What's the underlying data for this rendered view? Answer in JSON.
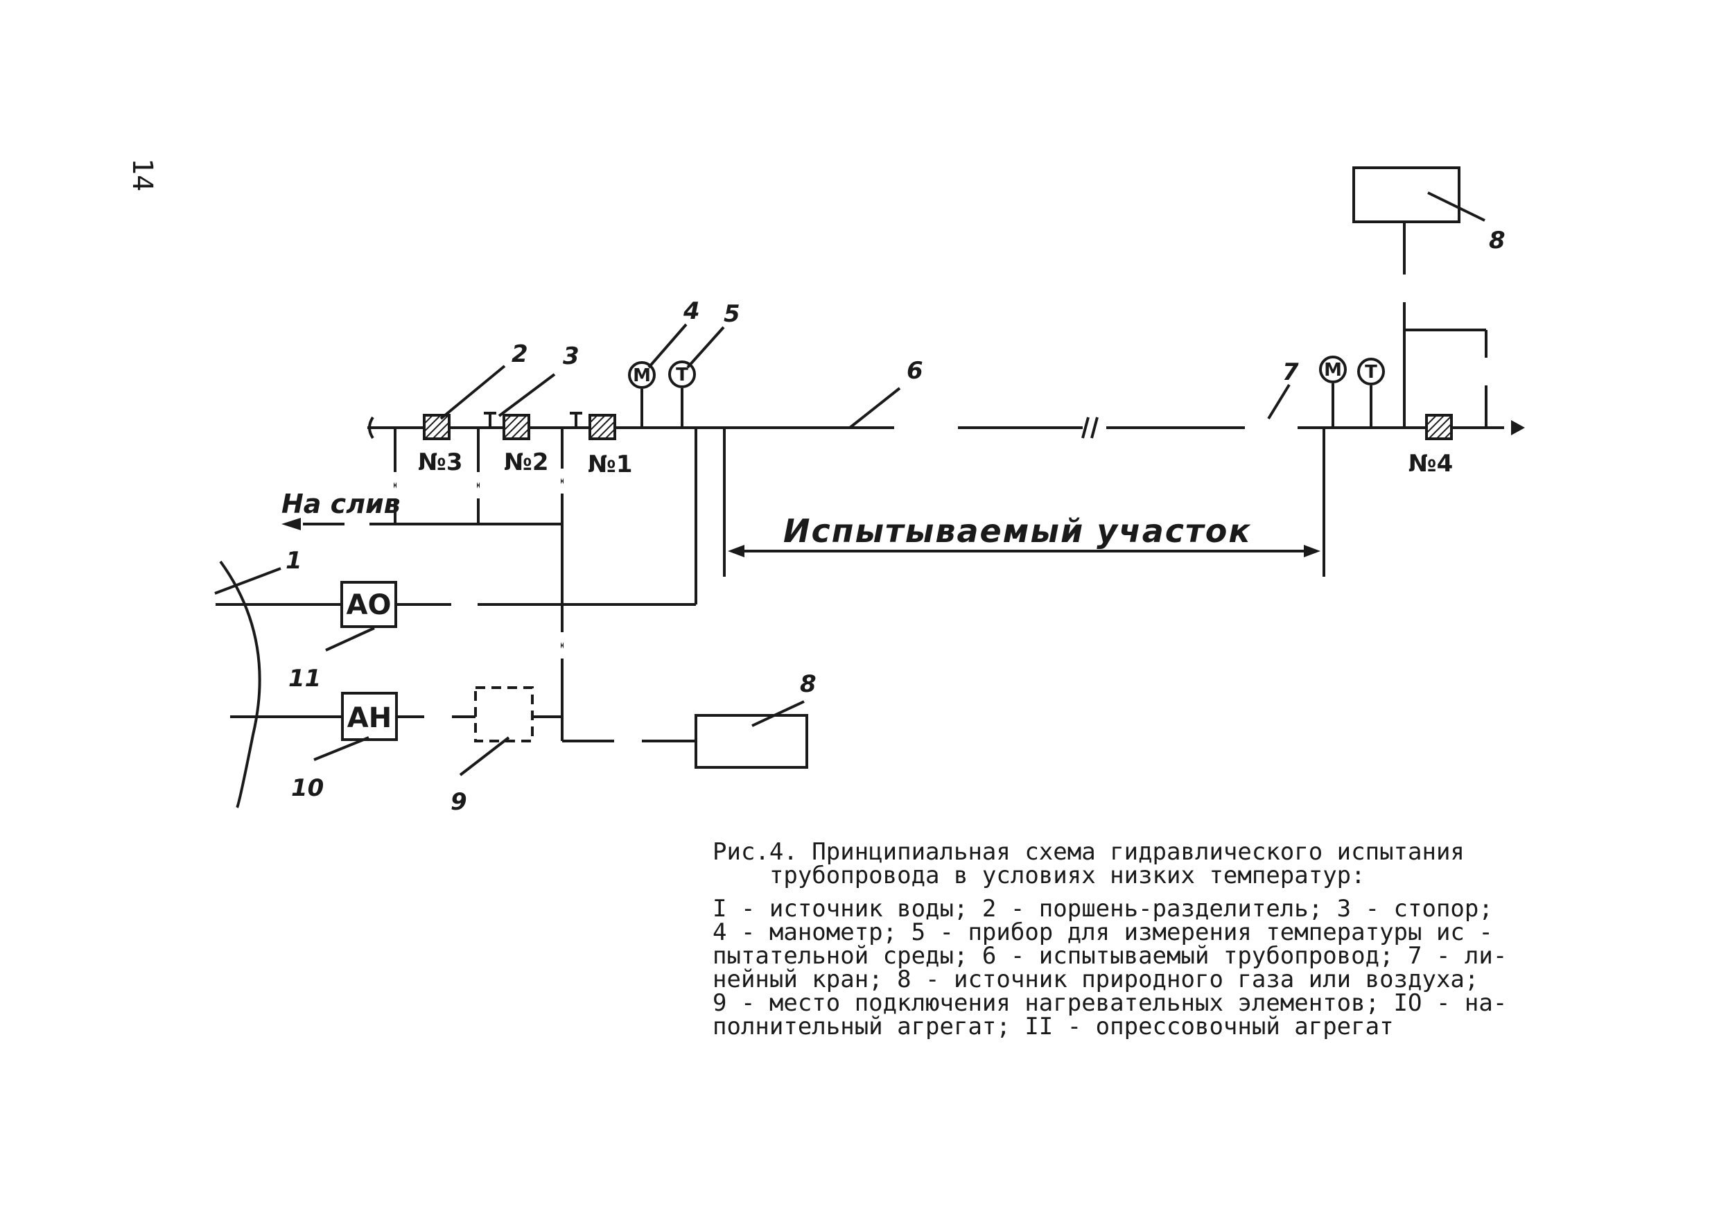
{
  "page_number": "14",
  "labels": {
    "source": "1",
    "piston_separator": "2",
    "stopper": "3",
    "manometer": "4",
    "thermometer": "5",
    "pipeline": "6",
    "line_valve": "7",
    "gas_source_top": "8",
    "gas_source_bottom": "8",
    "heater_place": "9",
    "filling_unit": "10",
    "pressure_unit": "11"
  },
  "pigs": {
    "n3": "№3",
    "n2": "№2",
    "n1": "№1",
    "n4": "№4"
  },
  "boxes": {
    "pressure_unit": "АО",
    "filling_unit": "АН"
  },
  "gauges": {
    "manometer_symbol": "М",
    "thermometer_symbol": "Т"
  },
  "drain_label": "На слив",
  "section_label": "Испытываемый участок",
  "caption": {
    "title": "Рис.4. Принципиальная схема гидравлического испытания\n    трубопровода в условиях низких температур:",
    "legend": "I - источник воды; 2 - поршень-разделитель; 3 - стопор;\n4 - манометр; 5 - прибор для измерения температуры ис -\nпытательной среды; 6 - испытываемый трубопровод; 7 - ли-\nнейный кран; 8 - источник природного газа или воздуха;\n9 - место подключения нагревательных элементов; IO - на-\nполнительный агрегат; II - опрессовочный агрегат"
  }
}
